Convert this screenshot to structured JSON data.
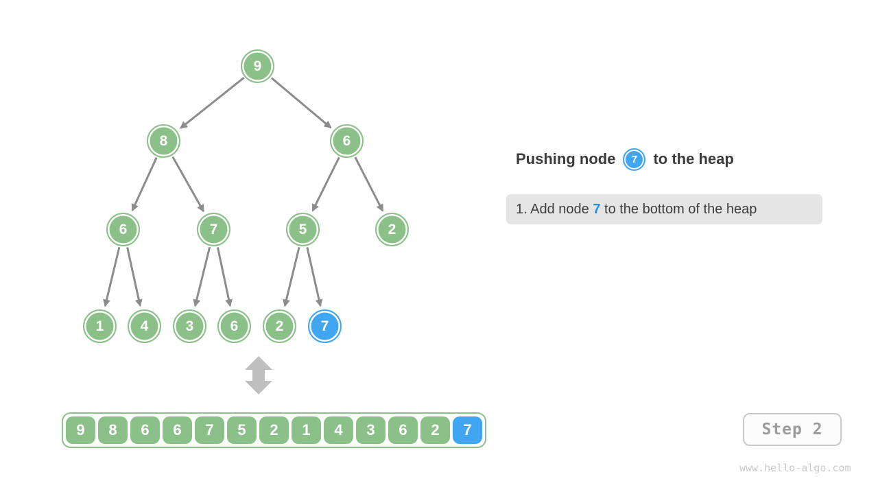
{
  "title": {
    "prefix": "Pushing node",
    "node_value": "7",
    "suffix": "to the heap"
  },
  "instruction": {
    "before": "1. Add node ",
    "highlight": "7",
    "after": " to the bottom of the heap"
  },
  "tree": {
    "nodes": [
      {
        "value": "9",
        "highlighted": false
      },
      {
        "value": "8",
        "highlighted": false
      },
      {
        "value": "6",
        "highlighted": false
      },
      {
        "value": "6",
        "highlighted": false
      },
      {
        "value": "7",
        "highlighted": false
      },
      {
        "value": "5",
        "highlighted": false
      },
      {
        "value": "2",
        "highlighted": false
      },
      {
        "value": "1",
        "highlighted": false
      },
      {
        "value": "4",
        "highlighted": false
      },
      {
        "value": "3",
        "highlighted": false
      },
      {
        "value": "6",
        "highlighted": false
      },
      {
        "value": "2",
        "highlighted": false
      },
      {
        "value": "7",
        "highlighted": true
      }
    ],
    "edges": [
      [
        0,
        1
      ],
      [
        0,
        2
      ],
      [
        1,
        3
      ],
      [
        1,
        4
      ],
      [
        2,
        5
      ],
      [
        2,
        6
      ],
      [
        3,
        7
      ],
      [
        3,
        8
      ],
      [
        4,
        9
      ],
      [
        4,
        10
      ],
      [
        5,
        11
      ],
      [
        5,
        12
      ]
    ]
  },
  "array": {
    "values": [
      "9",
      "8",
      "6",
      "6",
      "7",
      "5",
      "2",
      "1",
      "4",
      "3",
      "6",
      "2",
      "7"
    ],
    "highlighted_index": 12
  },
  "step_button": {
    "label": "Step 2"
  },
  "watermark": "www.hello-algo.com",
  "colors": {
    "node-green": "#8CC089",
    "node-blue": "#41A6F1",
    "highlight-text-blue": "#2491E6",
    "edge-gray": "#8C8C8C",
    "equiv-arrow-gray": "#BFBFBF",
    "instruction-bg": "#E5E5E5",
    "title-text": "#3B3B3B",
    "step-text": "#9C9C9C",
    "step-border": "#C9C9C9",
    "watermark-text": "#CBCBCB"
  }
}
